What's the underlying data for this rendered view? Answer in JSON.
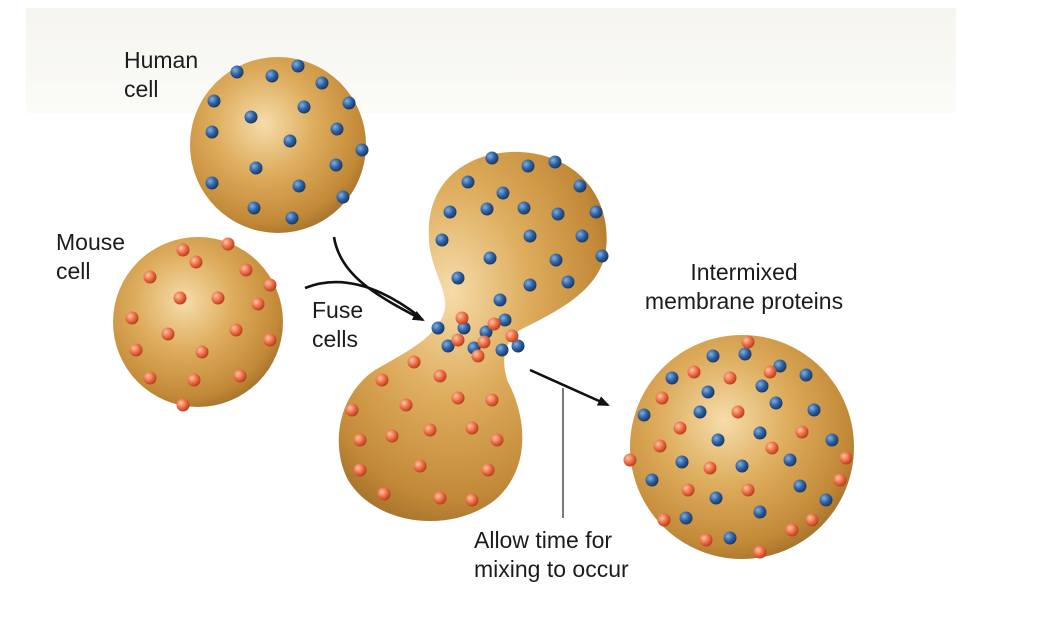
{
  "labels": {
    "human_cell": "Human\ncell",
    "mouse_cell": "Mouse\ncell",
    "fuse_cells": "Fuse\ncells",
    "intermixed": "Intermixed\nmembrane proteins",
    "allow_time": "Allow time for\nmixing to occur"
  },
  "colors": {
    "cell_fill": "#d6a24e",
    "human_protein": "#2e5f9e",
    "mouse_protein": "#e8603c",
    "arrow": "#111111"
  }
}
